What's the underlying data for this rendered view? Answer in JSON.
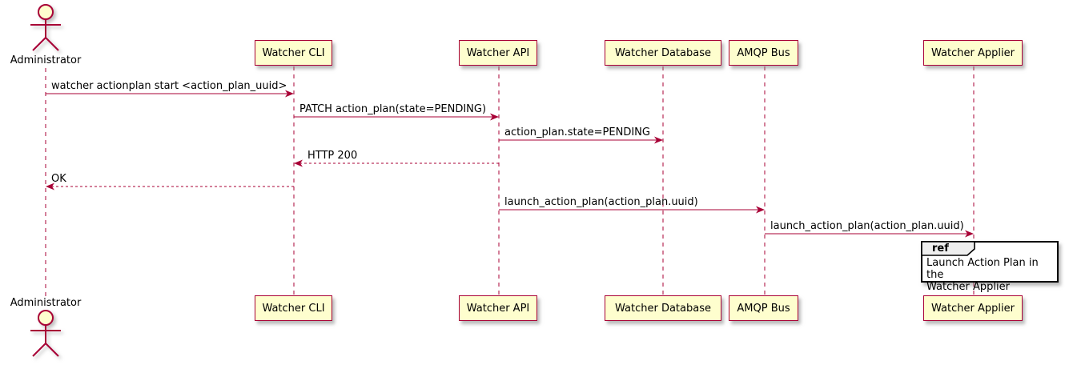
{
  "diagram": {
    "kind": "plantuml-sequence-diagram",
    "actor": {
      "top_label": "Administrator",
      "bottom_label": "Administrator"
    },
    "participants": [
      {
        "label": "Watcher CLI"
      },
      {
        "label": "Watcher API"
      },
      {
        "label": "Watcher Database"
      },
      {
        "label": "AMQP Bus"
      },
      {
        "label": "Watcher Applier"
      }
    ],
    "messages": [
      {
        "from": "Administrator",
        "to": "Watcher CLI",
        "style": "solid",
        "text": "watcher actionplan start <action_plan_uuid>"
      },
      {
        "from": "Watcher CLI",
        "to": "Watcher API",
        "style": "solid",
        "text": "PATCH action_plan(state=PENDING)"
      },
      {
        "from": "Watcher API",
        "to": "Watcher Database",
        "style": "solid",
        "text": "action_plan.state=PENDING"
      },
      {
        "from": "Watcher API",
        "to": "Watcher CLI",
        "style": "dashed-return",
        "text": "HTTP 200"
      },
      {
        "from": "Watcher CLI",
        "to": "Administrator",
        "style": "dashed-return",
        "text": "OK"
      },
      {
        "from": "Watcher API",
        "to": "AMQP Bus",
        "style": "solid",
        "text": "launch_action_plan(action_plan.uuid)"
      },
      {
        "from": "AMQP Bus",
        "to": "Watcher Applier",
        "style": "solid",
        "text": "launch_action_plan(action_plan.uuid)"
      }
    ],
    "ref": {
      "keyword": "ref",
      "over": "Watcher Applier",
      "text_line1": "Launch Action Plan in the",
      "text_line2": "Watcher Applier"
    },
    "colors": {
      "line": "#A80036",
      "participant_fill": "#FEFECE",
      "text": "#000000",
      "ref_border": "#000000",
      "ref_header_fill": "#EEEEEE",
      "background": "#FFFFFF"
    }
  }
}
